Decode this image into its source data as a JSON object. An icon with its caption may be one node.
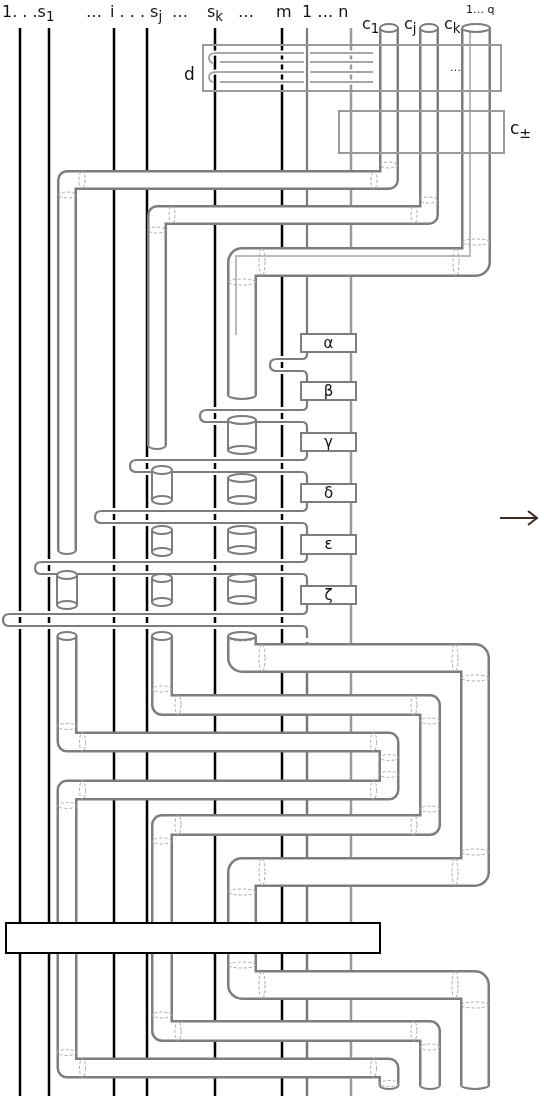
{
  "diagram": {
    "nodes": [
      {
        "text": [
          "d"
        ]
      },
      {
        "text": [
          "c$_{±}$"
        ]
      },
      {
        "text": [
          "α"
        ]
      },
      {
        "text": [
          "β"
        ]
      },
      {
        "text": [
          "γ"
        ]
      },
      {
        "text": [
          "δ"
        ]
      },
      {
        "text": [
          "ε"
        ]
      },
      {
        "text": [
          "ζ"
        ]
      },
      {
        "text": [],
        "shape": "box"
      }
    ],
    "edges": [
      {
        "from": null,
        "to": 2,
        "arrow": "none"
      },
      {
        "from": 2,
        "to": 3,
        "arrow": "none"
      },
      {
        "from": 3,
        "to": 4,
        "arrow": "none"
      },
      {
        "from": 4,
        "to": 5,
        "arrow": "none"
      },
      {
        "from": 5,
        "to": 6,
        "arrow": "none"
      },
      {
        "from": 6,
        "to": 7,
        "arrow": "none"
      },
      {
        "from": 7,
        "to": null,
        "arrow": "none"
      }
    ],
    "labels": [
      "1. . .s$_{1}$",
      "…",
      "i . . . s$_{j}$",
      "…",
      "s$_{k}$",
      "…",
      "m",
      "1 … n",
      "c$_{1}$",
      "c$_{j}$",
      "c$_{k}$",
      "1… q",
      "…"
    ]
  }
}
